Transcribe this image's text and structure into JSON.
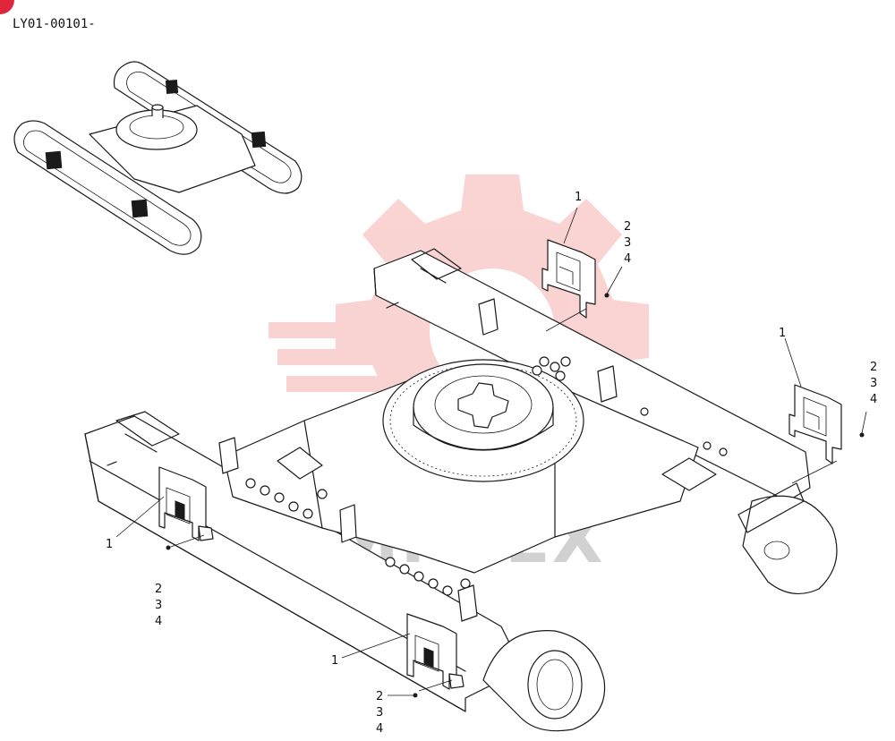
{
  "drawing": {
    "part_code": "LY01-00101-",
    "watermark_text": "MHTEX",
    "accent_color": "#e0263a",
    "watermark_color": "#f08080"
  },
  "callouts": [
    {
      "id": "top-right-guard",
      "part": "1",
      "fasteners": [
        "2",
        "3",
        "4"
      ]
    },
    {
      "id": "right-guard",
      "part": "1",
      "fasteners": [
        "2",
        "3",
        "4"
      ]
    },
    {
      "id": "left-guard",
      "part": "1",
      "fasteners": [
        "2",
        "3",
        "4"
      ]
    },
    {
      "id": "front-guard",
      "part": "1",
      "fasteners": [
        "2",
        "3",
        "4"
      ]
    }
  ]
}
